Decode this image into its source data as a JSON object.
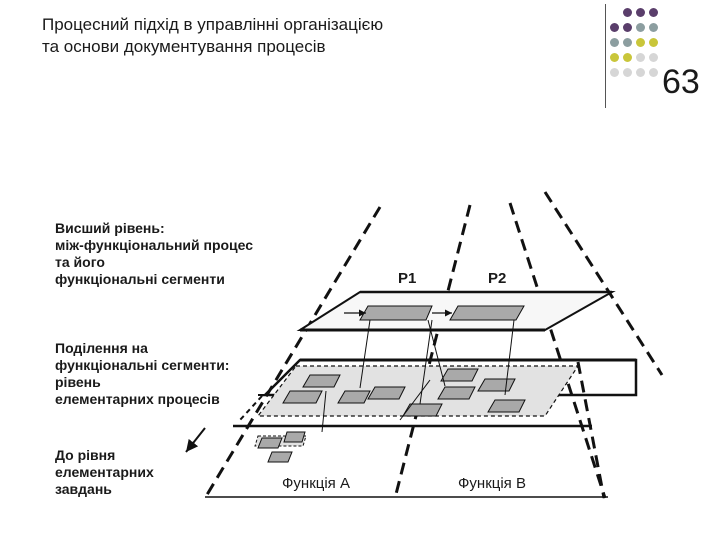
{
  "header": {
    "title_line1": "Процесний підхід в управлінні організацією",
    "title_line2": "та основи документування процесів",
    "slide_number": "63",
    "dot_colors": [
      "#5a3e6b",
      "#8c9ea0",
      "#c9c63a",
      "#d6d6d6"
    ]
  },
  "diagram": {
    "levels": [
      {
        "lines": [
          "Висший рівень:",
          "між-функціональний процес",
          "та його",
          "функціональні сегменти"
        ]
      },
      {
        "lines": [
          "Поділення на",
          "функціональні сегменти:",
          "рівень",
          "елементарних процесів"
        ]
      },
      {
        "lines": [
          "До рівня",
          "елементарних",
          "завдань"
        ]
      }
    ],
    "process_labels": [
      "P1",
      "P2"
    ],
    "function_labels": [
      "Функція А",
      "Функція В"
    ],
    "colors": {
      "line": "#111111",
      "segment_fill": "#a9a9a9",
      "band_fill": "#e2e2e2"
    }
  }
}
